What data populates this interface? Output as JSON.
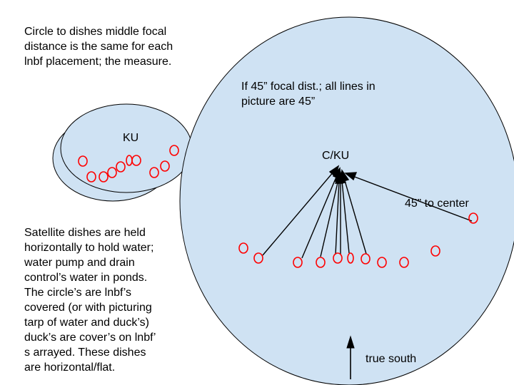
{
  "notes": {
    "top_left": "Circle to dishes middle focal\ndistance is the same for each\nlnbf placement; the measure.",
    "big_circle": "If 45” focal dist.; all lines in\npicture are 45”",
    "bottom_left": "Satellite dishes are held\nhorizontally to hold water;\nwater pump and drain\ncontrol’s water in ponds.\nThe circle’s are lnbf’s\ncovered (or with picturing\ntarp of water and duck’s)\nduck’s are cover’s on lnbf’\ns arrayed. These dishes\nare horizontal/flat."
  },
  "labels": {
    "small_dish": "KU",
    "center": "C/KU",
    "to_center": "45” to center",
    "south": "true south"
  },
  "colors": {
    "dish_fill": "#cfe2f3",
    "lnbf_circle": "#ff0000",
    "line": "#000000"
  }
}
